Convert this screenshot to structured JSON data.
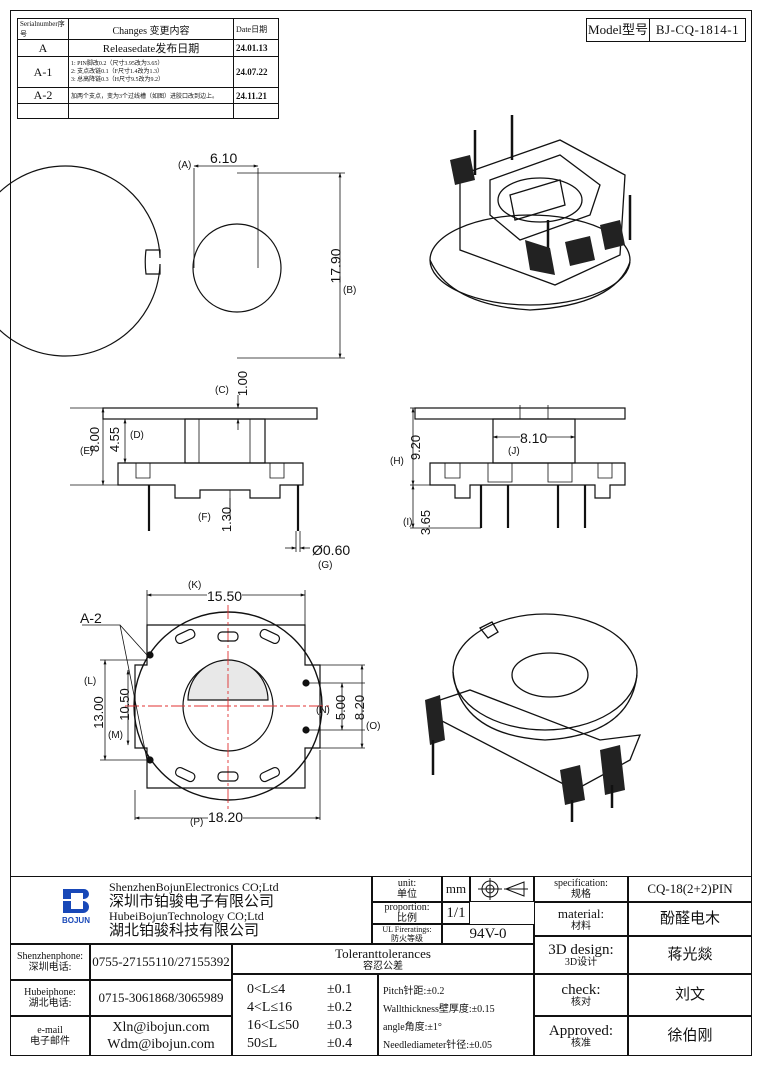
{
  "revision_table": {
    "headers": {
      "serial": "Serialnumber序号",
      "changes": "Changes 变更内容",
      "date": "Date日期"
    },
    "rows": [
      {
        "serial": "A",
        "change": "Releasedate发布日期",
        "date": "24.01.13"
      },
      {
        "serial": "A-1",
        "change_lines": [
          "1: PIN脚改0.2（尺寸3.95改为3.65）",
          "2: 支点改链0.1（F尺寸1.4改为1.3）",
          "3: 总高降链0.3（H尺寸9.5改为9.2）"
        ],
        "date": "24.07.22"
      },
      {
        "serial": "A-2",
        "change": "加两个支点，变为3个过线槽（如图）进胶口改到边上。",
        "date": "24.11.21"
      }
    ]
  },
  "model": {
    "label": "Model型号",
    "value": "BJ-CQ-1814-1"
  },
  "dimensions": {
    "A": "(A)",
    "A_val": "6.10",
    "B": "(B)",
    "B_val": "17.90",
    "C": "(C)",
    "C_val": "1.00",
    "D": "(D)",
    "D_val": "4.55",
    "E": "(E)",
    "E_val": "8.00",
    "F": "(F)",
    "F_val": "1.30",
    "G": "(G)",
    "G_val": "Ø0.60",
    "H": "(H)",
    "H_val": "9.20",
    "I": "(I)",
    "I_val": "3.65",
    "J": "(J)",
    "J_val": "8.10",
    "K": "(K)",
    "K_val": "15.50",
    "L": "(L)",
    "L_val": "13.00",
    "M": "(M)",
    "M_val": "10.50",
    "N": "(N)",
    "N_val": "5.00",
    "O": "(O)",
    "O_val": "8.20",
    "P": "(P)",
    "P_val": "18.20",
    "rev_mark": "A-2"
  },
  "title_block": {
    "company_en_1": "ShenzhenBojunElectronics CO;Ltd",
    "company_cn_1": "深圳市铂骏电子有限公司",
    "company_en_2": "HubeiBojunTechnology CO;Ltd",
    "company_cn_2": "湖北铂骏科技有限公司",
    "logo_text": "BOJUN",
    "unit_label_en": "unit:",
    "unit_label_cn": "单位",
    "unit_value": "mm",
    "proportion_label_en": "proportion:",
    "proportion_label_cn": "比例",
    "proportion_value": "1/1",
    "ul_label_en": "UL Fireratings:",
    "ul_label_cn": "防火等级",
    "ul_value": "94V-0",
    "spec_label_en": "specification:",
    "spec_label_cn": "规格",
    "spec_value": "CQ-18(2+2)PIN",
    "material_label_en": "material:",
    "material_label_cn": "材料",
    "material_value": "酚醛电木",
    "design_label_en": "3D design:",
    "design_label_cn": "3D设计",
    "design_value": "蒋光燚",
    "check_label_en": "check:",
    "check_label_cn": "核对",
    "check_value": "刘文",
    "approved_label_en": "Approved:",
    "approved_label_cn": "核准",
    "approved_value": "徐伯刚",
    "sz_phone_label_en": "Shenzhenphone:",
    "sz_phone_label_cn": "深圳电话:",
    "sz_phone_value": "0755-27155110/27155392",
    "hb_phone_label_en": "Hubeiphone:",
    "hb_phone_label_cn": "湖北电话:",
    "hb_phone_value": "0715-3061868/3065989",
    "email_label_en": "e-mail",
    "email_label_cn": "电子邮件",
    "email_1": "Xln@ibojun.com",
    "email_2": "Wdm@ibojun.com",
    "tolerance_title_en": "Toleranttolerances",
    "tolerance_title_cn": "容忍公差",
    "tolerances": [
      {
        "range": "0<L≤4",
        "tol": "±0.1"
      },
      {
        "range": "4<L≤16",
        "tol": "±0.2"
      },
      {
        "range": "16<L≤50",
        "tol": "±0.3"
      },
      {
        "range": "50≤L",
        "tol": "±0.4"
      }
    ],
    "notes": [
      "Pitch针距:±0.2",
      "Wallthickness壁厚度:±0.15",
      "angle角度:±1°",
      "Needlediameter针径:±0.05"
    ]
  }
}
